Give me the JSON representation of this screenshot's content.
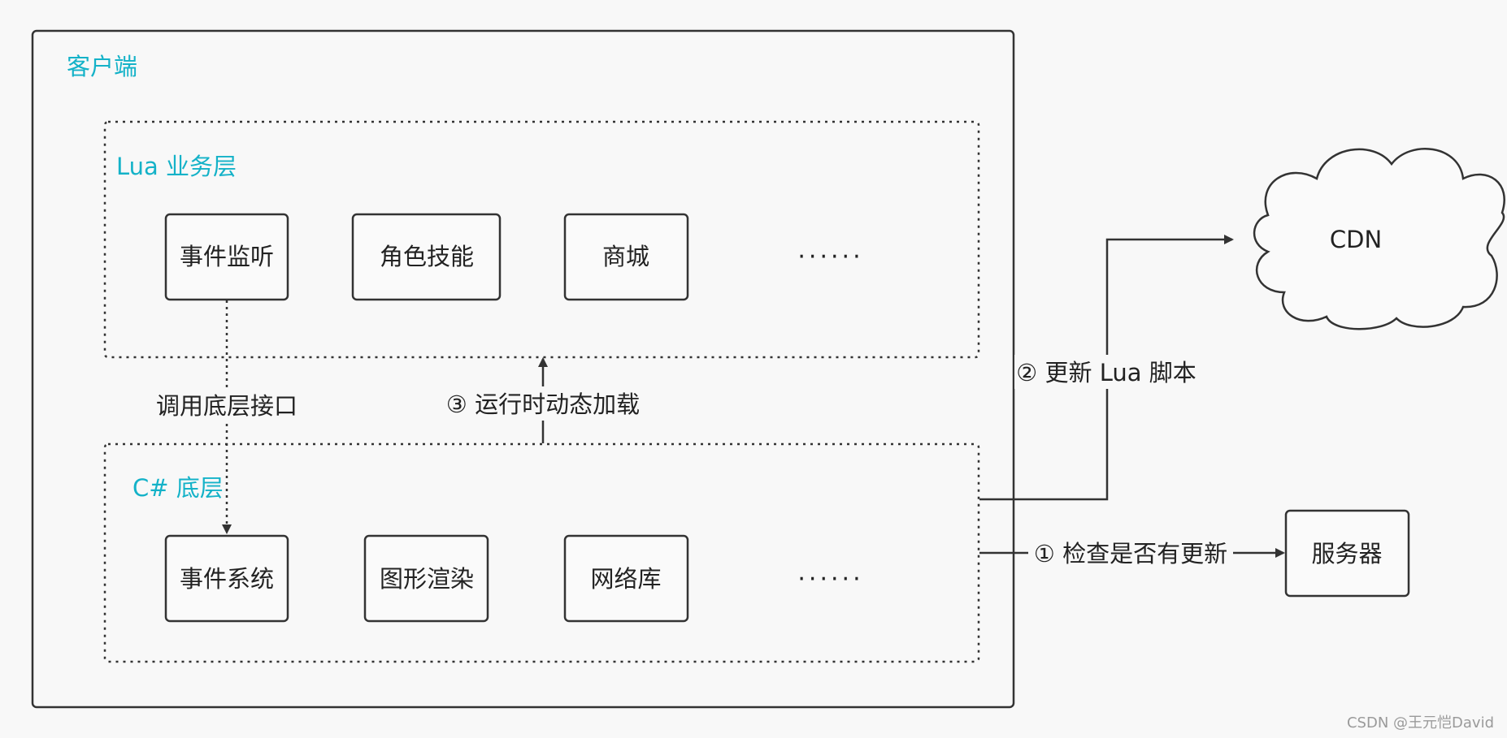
{
  "client": {
    "title": "客户端"
  },
  "lua_layer": {
    "title": "Lua 业务层",
    "modules": [
      "事件监听",
      "角色技能",
      "商城"
    ],
    "ellipsis": "······"
  },
  "csharp_layer": {
    "title": "C# 底层",
    "modules": [
      "事件系统",
      "图形渲染",
      "网络库"
    ],
    "ellipsis": "······"
  },
  "edges": {
    "call_lower": "调用底层接口",
    "runtime_load": "③ 运行时动态加载",
    "update_lua": "② 更新 Lua 脚本",
    "check_update": "① 检查是否有更新"
  },
  "external": {
    "cdn": "CDN",
    "server": "服务器"
  },
  "watermark": "CSDN @王元恺David",
  "colors": {
    "accent": "#14b2c8",
    "stroke": "#333333",
    "background": "#f8f8f8"
  }
}
